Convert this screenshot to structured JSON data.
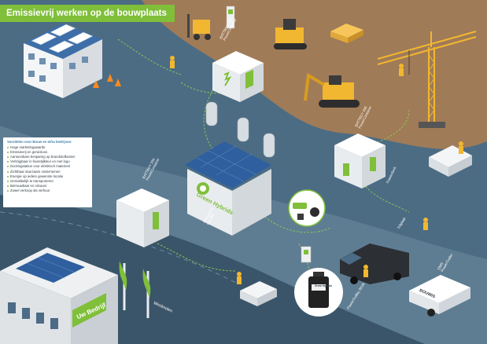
{
  "title": "Emissievrij werken op de bouwplaats",
  "benefits": {
    "heading": "Voordelen voor Bouw en Infra bedrijven:",
    "items": [
      "Hoge marketingwaarde",
      "Emissievrij en geruisloos",
      "Aantoonbare besparing op brandstofkosten",
      "Verkrijgbaar in huisstijlkleur en met logo",
      "Dockingstation voor elektrisch materieel",
      "Zichtbaar duurzaam ondernemen",
      "Energie op iedere gewenste locatie",
      "Gemakkelijk te transporteren",
      "Betrouwbaar en robuust",
      "Zowel verkoop als verhuur"
    ]
  },
  "labels": {
    "container_top": "BATTBOY 120\nPowerContainer",
    "container_right": "BATTBOY 200\nPowerContainer",
    "container_left": "BATTBOY 200\nPowerContainer",
    "energyhub_brand": "Green Hybrids",
    "energyhub_label": "EnergyHub\n(10 kW)",
    "powerdock": "Powerdock",
    "trilplaat": "Trilplaat",
    "trailer_label": "DMS\nPowerTrailer",
    "trailer_sign": "BOUWIS",
    "trolley_label": "PowerTrolley 2kVA",
    "windmolen": "Windmolen",
    "company_sign": "Uw Bedrijf",
    "battery_brand": "Green Hybrids"
  },
  "colors": {
    "brand_green": "#7fbf3a",
    "water": "#5e7d92",
    "sand": "#9e7a55",
    "container": "#e9ecef",
    "solar": "#2f5f9e"
  }
}
